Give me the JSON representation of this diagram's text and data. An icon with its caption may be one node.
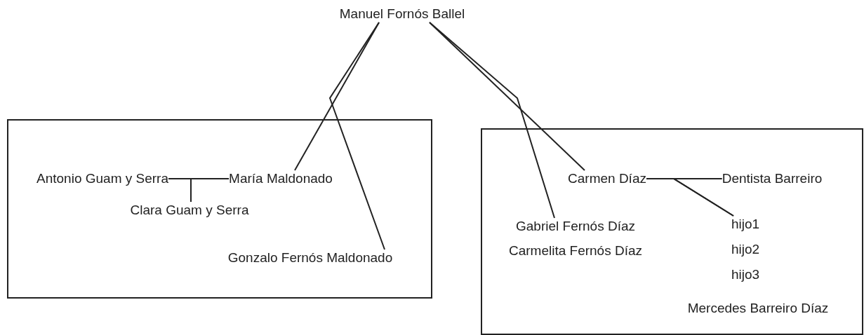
{
  "diagram": {
    "nodes": [
      {
        "text": [
          "Manuel Fornós Ballel"
        ]
      },
      {
        "text": [],
        "shape": "box"
      },
      {
        "text": [
          "Antonio Guam y Serra"
        ],
        "in": 1
      },
      {
        "text": [
          "María Maldonado"
        ],
        "in": 1
      },
      {
        "text": [
          "Clara Guam y Serra"
        ],
        "in": 1
      },
      {
        "text": [
          "Gonzalo Fernós Maldonado"
        ],
        "in": 1
      },
      {
        "text": [],
        "shape": "box"
      },
      {
        "text": [
          "Carmen Díaz"
        ],
        "in": 6
      },
      {
        "text": [
          "Dentista Barreiro"
        ],
        "in": 6
      },
      {
        "text": [
          "Gabriel Fernós Díaz"
        ],
        "in": 6
      },
      {
        "text": [
          "Carmelita Fernós Díaz"
        ],
        "in": 6
      },
      {
        "text": [
          "hijo1"
        ],
        "in": 6
      },
      {
        "text": [
          "hijo2"
        ],
        "in": 6
      },
      {
        "text": [
          "hijo3"
        ],
        "in": 6
      },
      {
        "text": [
          "Mercedes Barreiro Díaz"
        ],
        "in": 6
      }
    ],
    "edges": [
      {
        "from": 0,
        "to": 3,
        "arrow": "none"
      },
      {
        "from": 0,
        "to": 5,
        "arrow": "none"
      },
      {
        "from": 0,
        "to": 7,
        "arrow": "none"
      },
      {
        "from": 0,
        "to": 9,
        "arrow": "none"
      },
      {
        "from": 2,
        "to": 4,
        "arrow": "none"
      },
      {
        "from": 3,
        "to": 4,
        "arrow": "none"
      },
      {
        "from": 7,
        "to": 11,
        "arrow": "none"
      },
      {
        "from": 8,
        "to": 11,
        "arrow": "none"
      }
    ]
  }
}
